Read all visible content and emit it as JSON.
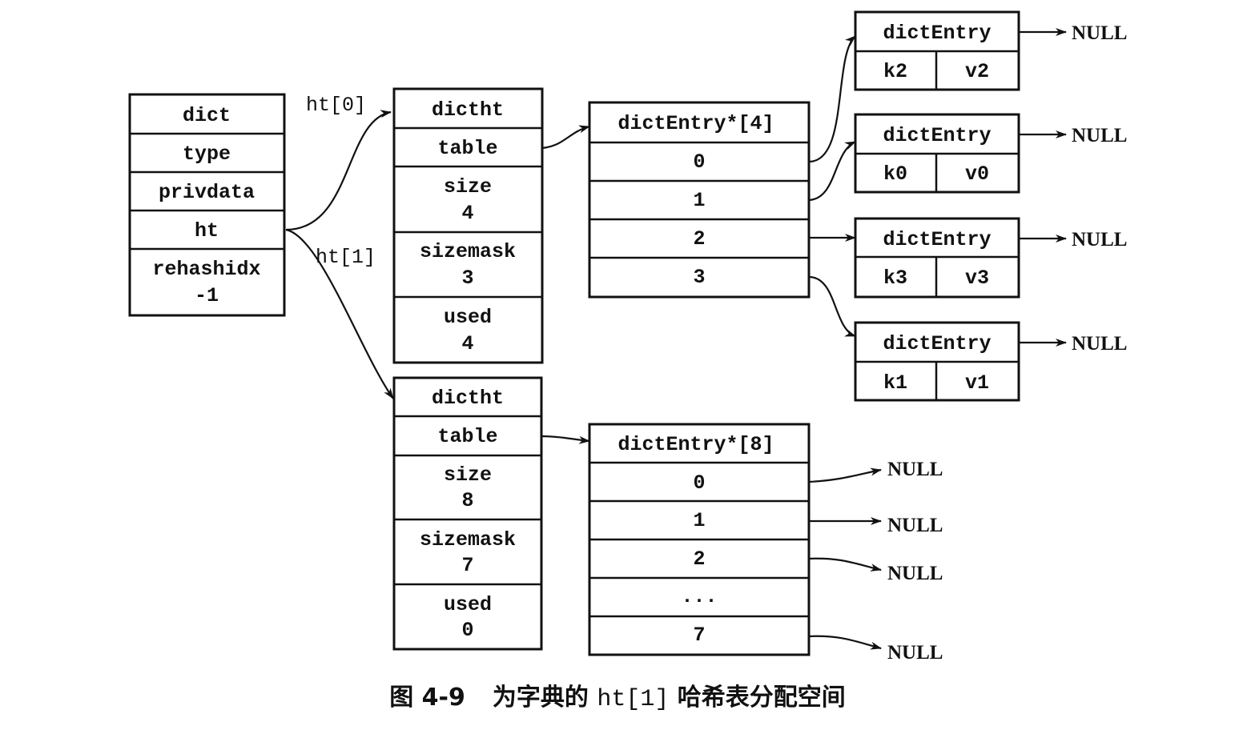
{
  "dict": {
    "header": "dict",
    "fields": [
      "type",
      "privdata",
      "ht"
    ],
    "rehashidx": {
      "label": "rehashidx",
      "value": "-1"
    }
  },
  "links": {
    "ht0": "ht[0]",
    "ht1": "ht[1]"
  },
  "ht0": {
    "header": "dictht",
    "table": "table",
    "size": {
      "label": "size",
      "value": "4"
    },
    "sizemask": {
      "label": "sizemask",
      "value": "3"
    },
    "used": {
      "label": "used",
      "value": "4"
    }
  },
  "ht1": {
    "header": "dictht",
    "table": "table",
    "size": {
      "label": "size",
      "value": "8"
    },
    "sizemask": {
      "label": "sizemask",
      "value": "7"
    },
    "used": {
      "label": "used",
      "value": "0"
    }
  },
  "array4": {
    "header": "dictEntry*[4]",
    "slots": [
      "0",
      "1",
      "2",
      "3"
    ]
  },
  "array8": {
    "header": "dictEntry*[8]",
    "slots": [
      "0",
      "1",
      "2",
      "...",
      "7"
    ]
  },
  "entries": [
    {
      "header": "dictEntry",
      "key": "k2",
      "value": "v2",
      "next": "NULL"
    },
    {
      "header": "dictEntry",
      "key": "k0",
      "value": "v0",
      "next": "NULL"
    },
    {
      "header": "dictEntry",
      "key": "k3",
      "value": "v3",
      "next": "NULL"
    },
    {
      "header": "dictEntry",
      "key": "k1",
      "value": "v1",
      "next": "NULL"
    }
  ],
  "array8_nulls": [
    "NULL",
    "NULL",
    "NULL",
    "NULL"
  ],
  "caption": {
    "number": "图 4-9",
    "prefix": "为字典的",
    "code": "ht[1]",
    "suffix": "哈希表分配空间"
  }
}
